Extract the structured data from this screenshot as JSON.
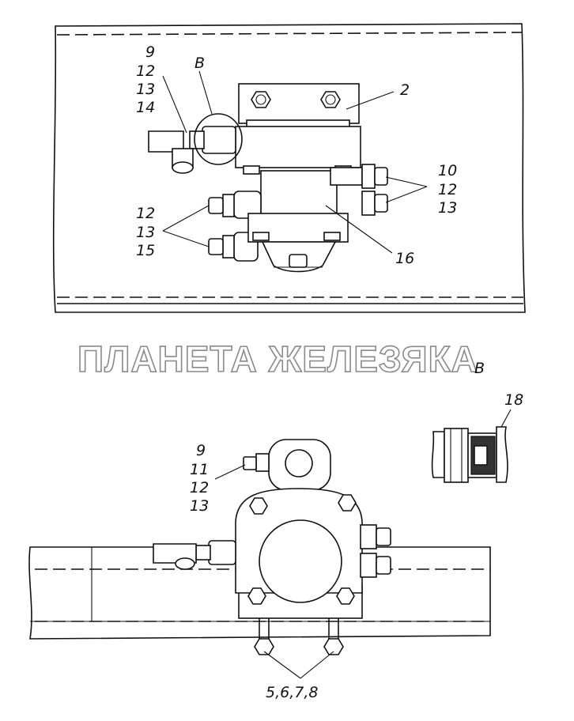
{
  "watermark": "ПЛАНЕТА ЖЕЛЕЗЯКА",
  "top_view": {
    "labels_left_top": [
      "9",
      "12",
      "13",
      "14"
    ],
    "view_marker": "B",
    "label_2": "2",
    "labels_right": [
      "10",
      "12",
      "13"
    ],
    "labels_left_bottom": [
      "12",
      "13",
      "15"
    ],
    "label_16": "16"
  },
  "detail_view": {
    "title": "B",
    "label_18": "18"
  },
  "bottom_view": {
    "labels_left": [
      "9",
      "11",
      "12",
      "13"
    ],
    "label_bolts": "5,6,7,8"
  }
}
